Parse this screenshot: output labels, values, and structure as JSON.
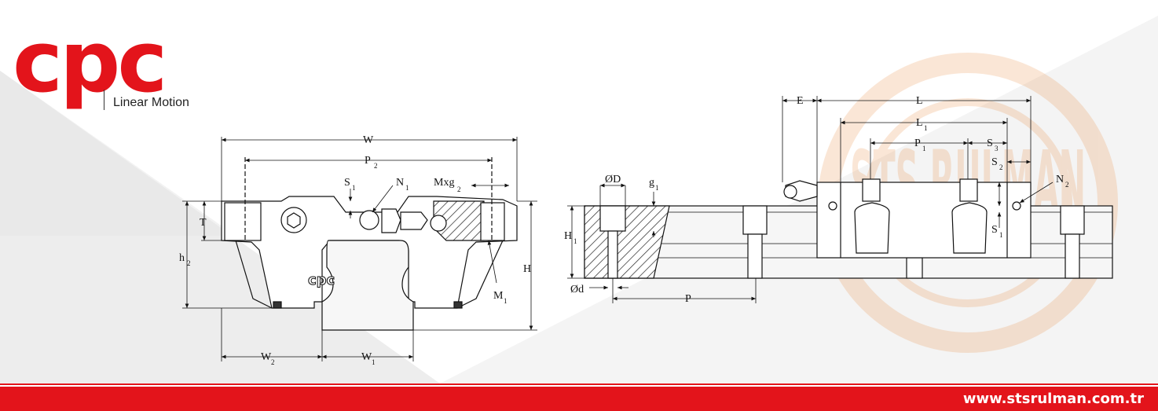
{
  "brand": {
    "logo_text": "cpc",
    "tagline": "Linear Motion",
    "accent_color": "#e3141b"
  },
  "footer": {
    "website": "www.stsrulman.com.tr"
  },
  "watermark": {
    "text": "STS RULMAN"
  },
  "front_view": {
    "W": "W",
    "P2": "P",
    "P2_sub": "2",
    "S1": "S",
    "S1_sub": "1",
    "N1": "N",
    "N1_sub": "1",
    "Mxg2": "Mxg",
    "Mxg2_sub": "2",
    "T": "T",
    "h2": "h",
    "h2_sub": "2",
    "H": "H",
    "M1": "M",
    "M1_sub": "1",
    "W2": "W",
    "W2_sub": "2",
    "W1": "W",
    "W1_sub": "1",
    "block_logo": "cpc"
  },
  "side_view": {
    "E": "E",
    "L": "L",
    "L1": "L",
    "L1_sub": "1",
    "P1": "P",
    "P1_sub": "1",
    "S3": "S",
    "S3_sub": "3",
    "S2": "S",
    "S2_sub": "2",
    "N2": "N",
    "N2_sub": "2",
    "S1b": "S",
    "S1b_sub": "1",
    "OD": "ØD",
    "g1": "g",
    "g1_sub": "1",
    "H1": "H",
    "H1_sub": "1",
    "od": "Ød",
    "P": "P"
  }
}
